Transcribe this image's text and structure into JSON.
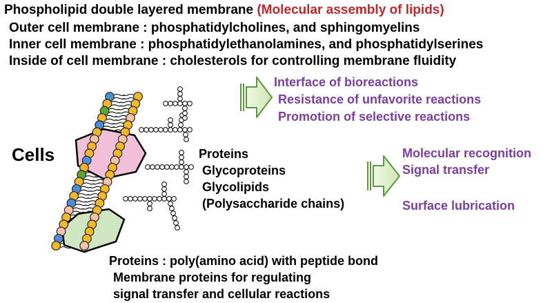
{
  "header": {
    "title_main": "Phospholipid double layered membrane ",
    "title_highlight": "(Molecular assembly of lipids)",
    "line_outer": "Outer cell membrane : phosphatidylcholines, and sphingomyelins",
    "line_inner": "Inner cell membrane : phosphatidylethanolamines, and phosphatidylserines",
    "line_inside": "Inside of cell membrane : cholesterols for controlling membrane fluidity"
  },
  "functions_membrane": [
    "Interface of bioreactions",
    "Resistance of unfavorite reactions",
    "Promotion of selective reactions"
  ],
  "cells_label": "Cells",
  "surface_molecules": [
    "Proteins",
    "Glycoproteins",
    "Glycolipids",
    "(Polysaccharide chains)"
  ],
  "functions_surface": [
    "Molecular recognition",
    "Signal transfer",
    "Surface lubrication"
  ],
  "proteins_note": [
    "Proteins : poly(amino acid) with peptide bond",
    "Membrane proteins for regulating",
    "signal transfer and cellular reactions"
  ],
  "colors": {
    "highlight_red": "#c0282b",
    "function_purple": "#7b3fa0",
    "arrow_fill": "#d9ecc4",
    "arrow_stroke": "#5a9a3a",
    "lipid_yellow": "#f2b82a",
    "lipid_blue": "#4d8fd6",
    "lipid_green": "#5aa832",
    "lipid_peach": "#f5c2a8",
    "protein_pink": "#f2bfd8",
    "protein_green": "#cfe6c3"
  }
}
